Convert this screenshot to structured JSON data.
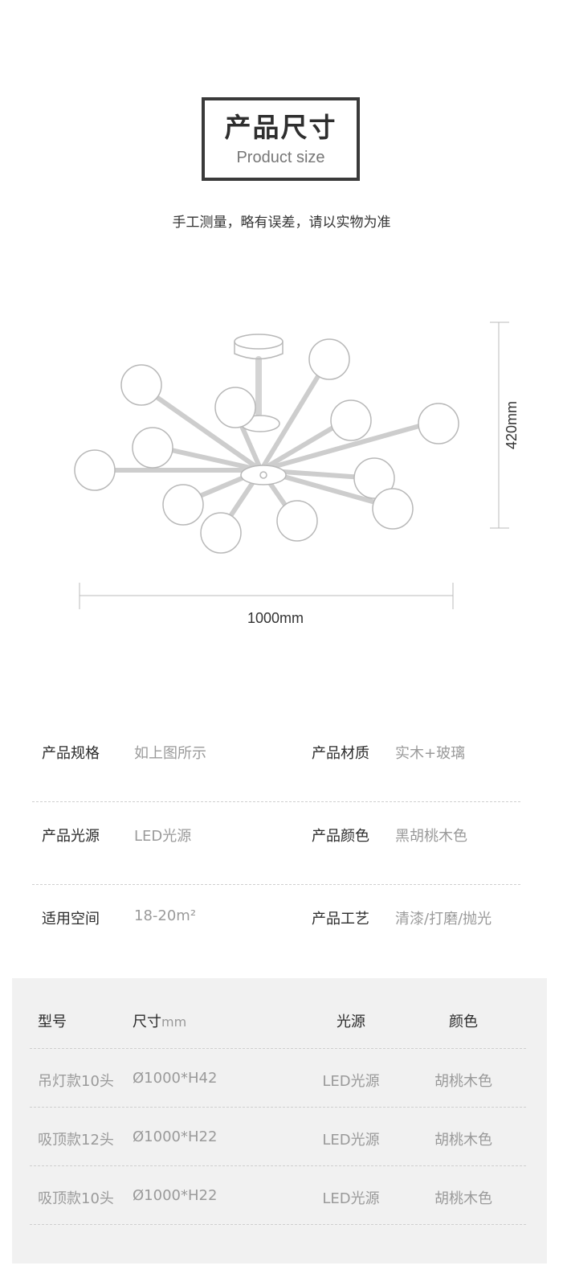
{
  "header": {
    "title_cn": "产品尺寸",
    "title_en": "Product size",
    "note": "手工测量，略有误差，请以实物为准"
  },
  "dimensions": {
    "height_label": "420mm",
    "width_label": "1000mm"
  },
  "specs": [
    {
      "label": "产品规格",
      "value": "如上图所示"
    },
    {
      "label": "产品材质",
      "value": "实木+玻璃"
    },
    {
      "label": "产品光源",
      "value": "LED光源"
    },
    {
      "label": "产品颜色",
      "value": "黑胡桃木色"
    },
    {
      "label": "适用空间",
      "value": "18-20m²"
    },
    {
      "label": "产品工艺",
      "value": "清漆/打磨/抛光"
    }
  ],
  "table": {
    "headers": {
      "model": "型号",
      "size": "尺寸",
      "size_unit": "mm",
      "light": "光源",
      "color": "颜色"
    },
    "rows": [
      {
        "model": "吊灯款10头",
        "size": "Ø1000*H42",
        "light": "LED光源",
        "color": "胡桃木色"
      },
      {
        "model": "吸顶款12头",
        "size": "Ø1000*H22",
        "light": "LED光源",
        "color": "胡桃木色"
      },
      {
        "model": "吸顶款10头",
        "size": "Ø1000*H22",
        "light": "LED光源",
        "color": "胡桃木色"
      }
    ]
  },
  "colors": {
    "line_art": "#b8b8b8",
    "dim_line": "#bbbbbb",
    "panel_bg": "#f1f1f1"
  }
}
